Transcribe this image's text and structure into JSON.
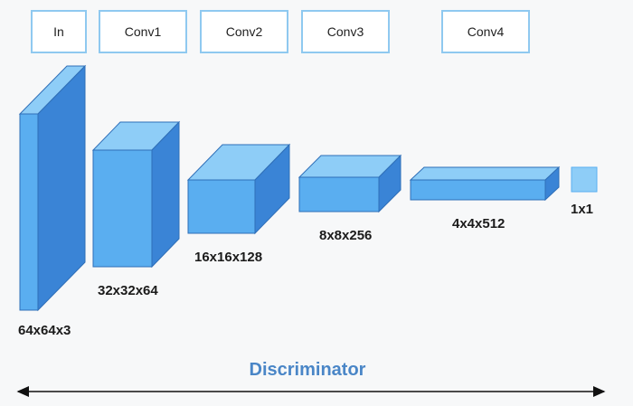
{
  "header": {
    "layers": [
      "In",
      "Conv1",
      "Conv2",
      "Conv3",
      "Conv4"
    ]
  },
  "blocks": {
    "in_dim": "64x64x3",
    "conv1_dim": "32x32x64",
    "conv2_dim": "16x16x128",
    "conv3_dim": "8x8x256",
    "conv4_dim": "4x4x512",
    "out_dim": "1x1"
  },
  "footer": {
    "title": "Discriminator"
  },
  "colors": {
    "front": "#5aaef0",
    "top": "#8ecdf7",
    "side": "#3a84d6",
    "edge": "#2f6fb8",
    "box_border": "#8fc9f0",
    "title": "#4a86c7"
  }
}
